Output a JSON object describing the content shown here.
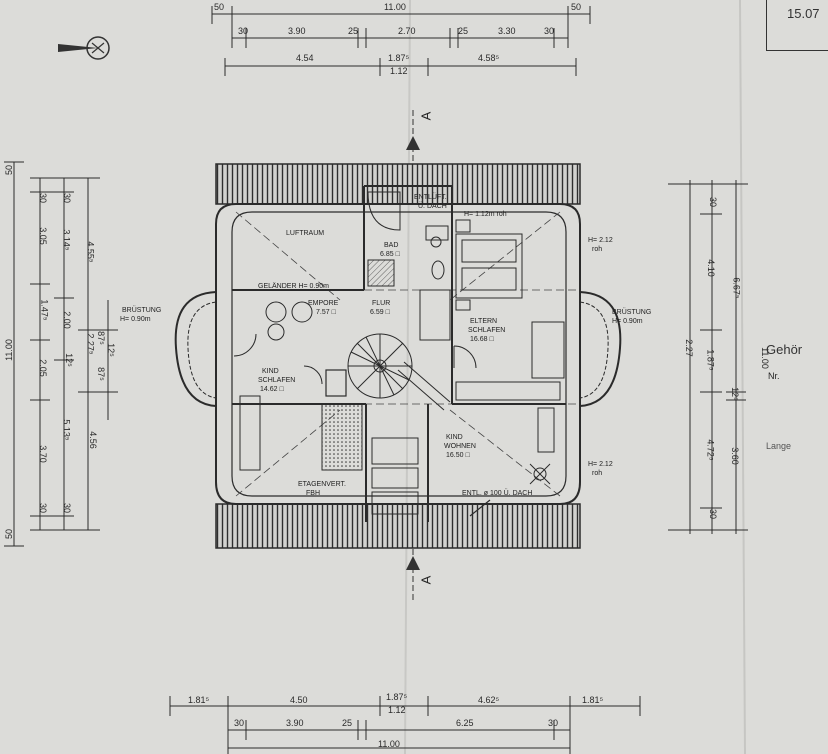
{
  "header": {
    "date": "15.07",
    "section_marker": "A"
  },
  "top_dims": {
    "total": "11.00",
    "edge_left": "50",
    "edge_right": "50",
    "row1": [
      "30",
      "3.90",
      "25",
      "2.70",
      "25",
      "3.30",
      "30"
    ],
    "row2": [
      "4.54",
      "1.87⁵",
      "4.58⁵"
    ],
    "row2_sub": "1.12"
  },
  "bottom_dims": {
    "row1": [
      "1.81⁵",
      "4.50",
      "1.87⁵",
      "4.62⁵",
      "1.81⁵"
    ],
    "row1_sub": "1.12",
    "row2": [
      "30",
      "3.90",
      "25",
      "6.25",
      "30"
    ],
    "total": "11.00"
  },
  "left_dims": {
    "total": "11.00",
    "edge_top": "50",
    "edge_bottom": "50",
    "col_a": [
      "30",
      "3.05",
      "1.47⁵",
      "2.05",
      "3.70",
      "30"
    ],
    "col_b": [
      "30",
      "3.14⁵",
      "2.00",
      "5.13⁵",
      "30"
    ],
    "col_c": [
      "4.55⁵",
      "2.27⁵",
      "4.56"
    ],
    "col_d": [
      "87⁵",
      "12⁵",
      "87⁵",
      "12⁵"
    ]
  },
  "right_dims": {
    "total": "11.00",
    "col_a": [
      "30",
      "4.10",
      "1.87⁵",
      "4.72⁵",
      "30"
    ],
    "col_b": [
      "6.67⁵",
      "12⁵",
      "3.60"
    ],
    "col_c": "2.27"
  },
  "rooms": {
    "luftraum": "LUFTRAUM",
    "entluefung_top": "ENTLÜFT.",
    "entluefung_top2": "Ü. DACH",
    "height_note_1": "H= 1.12m  roh",
    "bad": "BAD",
    "bad_area": "6.85 □",
    "gelaender": "GELÄNDER  H= 0.90m",
    "empore": "EMPORE",
    "empore_area": "7.57 □",
    "flur": "FLUR",
    "flur_area": "6.59 □",
    "eltern": "ELTERN",
    "schlafen": "SCHLAFEN",
    "eltern_area": "16.68 □",
    "height_note_2": "H= 2.12",
    "roh": "roh",
    "kind1": "KIND",
    "kind1_b": "SCHLAFEN",
    "kind1_area": "14.62 □",
    "kind2": "KIND",
    "kind2_b": "WOHNEN",
    "kind2_area": "16.50 □",
    "etagen": "ETAGENVERT.",
    "fbh": "FBH",
    "entl_bottom": "ENTL. ø 100  Ü. DACH",
    "bruestung_left": "BRÜSTUNG",
    "bruestung_left_h": "H= 0.90m",
    "bruestung_right": "BRÜSTUNG",
    "bruestung_right_h": "H= 0.90m",
    "hinweis": "H= 2.12",
    "hinweis_roh": "roh"
  },
  "right_margin": {
    "gehoer": "Gehör",
    "nr": "Nr.",
    "lange": "Lange"
  },
  "colors": {
    "paper": "#dcdcd9",
    "ink": "#2b2b2b",
    "hatch": "#3a3a3a"
  }
}
